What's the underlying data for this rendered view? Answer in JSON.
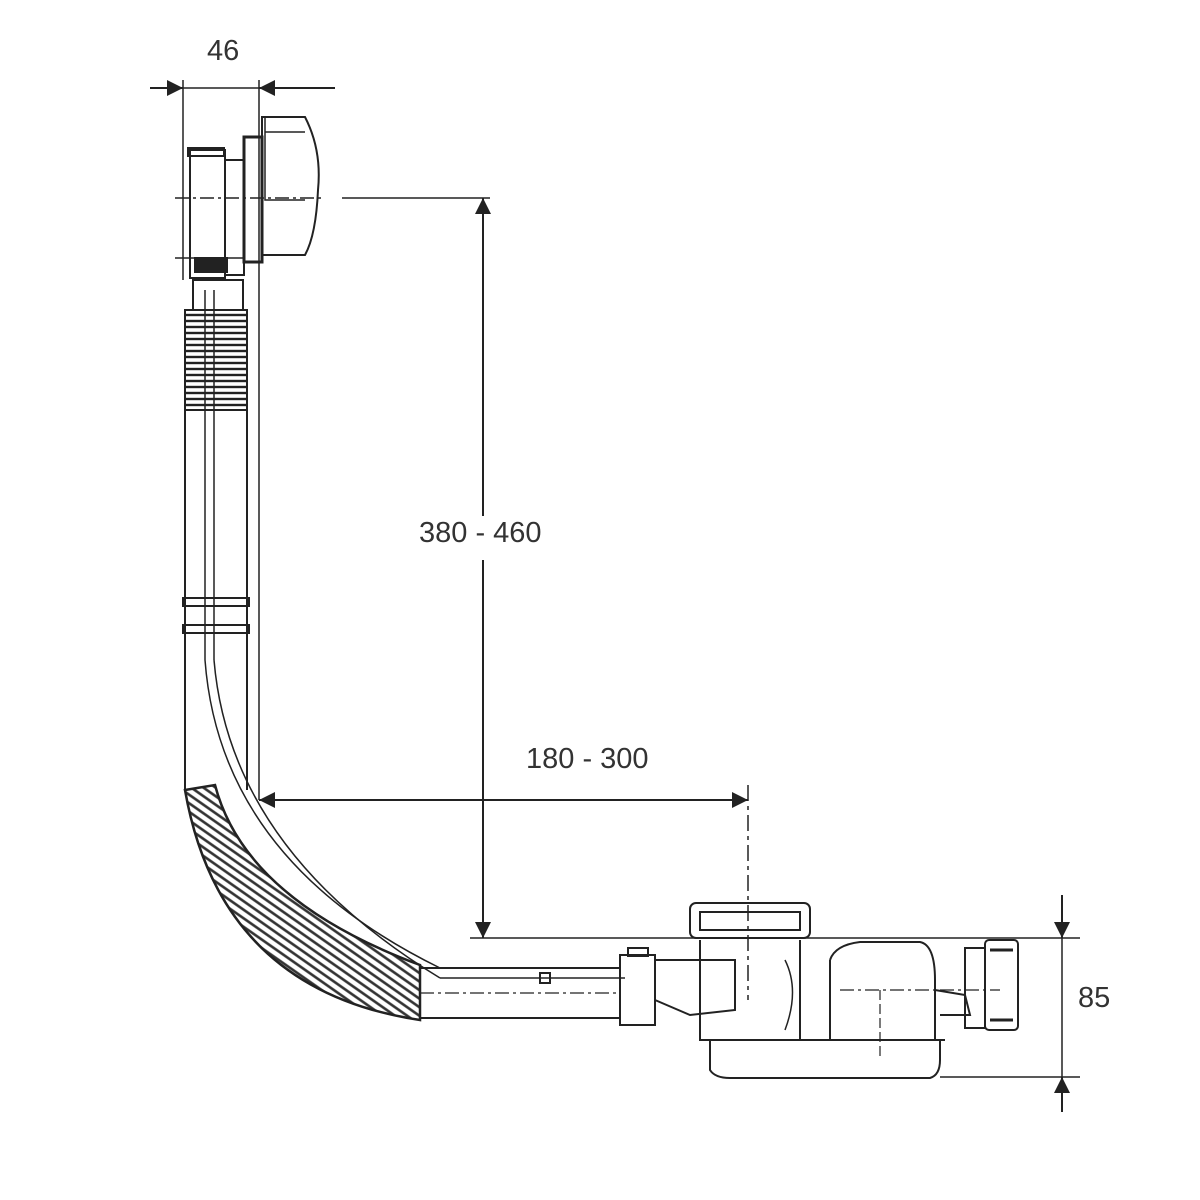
{
  "drawing": {
    "dimensions": {
      "overflow_width": "46",
      "height_range": "380 - 460",
      "horizontal_range": "180 - 300",
      "drain_height": "85"
    },
    "line_color": "#222222",
    "text_color": "#333333"
  }
}
